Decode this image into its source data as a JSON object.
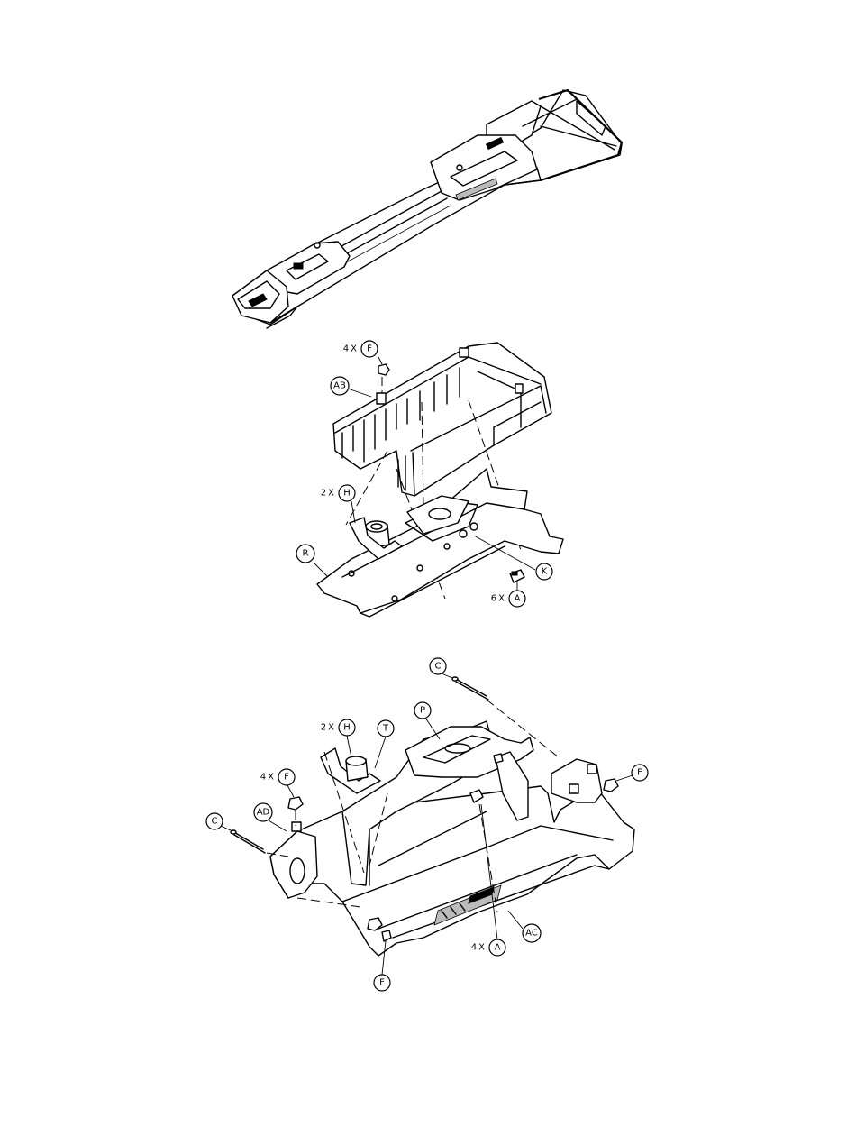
{
  "views": [
    {
      "name": "assembled-rail",
      "callouts": []
    },
    {
      "name": "exploded-view-1",
      "callouts": [
        {
          "id": "ev1-f",
          "qty": "4X",
          "letter": "F"
        },
        {
          "id": "ev1-ab",
          "qty": "",
          "letter": "AB"
        },
        {
          "id": "ev1-h",
          "qty": "2X",
          "letter": "H"
        },
        {
          "id": "ev1-r",
          "qty": "",
          "letter": "R"
        },
        {
          "id": "ev1-k",
          "qty": "",
          "letter": "K"
        },
        {
          "id": "ev1-a",
          "qty": "6X",
          "letter": "A"
        }
      ]
    },
    {
      "name": "exploded-view-2",
      "callouts": [
        {
          "id": "ev2-c-top",
          "qty": "",
          "letter": "C"
        },
        {
          "id": "ev2-p",
          "qty": "",
          "letter": "P"
        },
        {
          "id": "ev2-h",
          "qty": "2X",
          "letter": "H"
        },
        {
          "id": "ev2-t",
          "qty": "",
          "letter": "T"
        },
        {
          "id": "ev2-f-right",
          "qty": "",
          "letter": "F"
        },
        {
          "id": "ev2-f-left",
          "qty": "4X",
          "letter": "F"
        },
        {
          "id": "ev2-c-left",
          "qty": "",
          "letter": "C"
        },
        {
          "id": "ev2-ad",
          "qty": "",
          "letter": "AD"
        },
        {
          "id": "ev2-ac",
          "qty": "",
          "letter": "AC"
        },
        {
          "id": "ev2-a",
          "qty": "4X",
          "letter": "A"
        },
        {
          "id": "ev2-f-bottom",
          "qty": "",
          "letter": "F"
        }
      ]
    }
  ]
}
